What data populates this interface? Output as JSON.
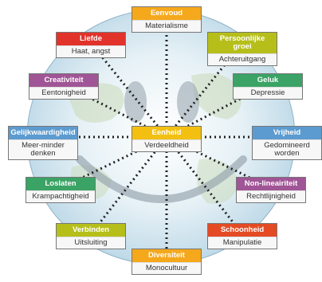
{
  "center": {
    "top": "Eenheid",
    "bottom": "Verdeeldheid",
    "color": "#f3c012"
  },
  "nodes": [
    {
      "id": "eenvoud",
      "top": "Eenvoud",
      "bottom": "Materialisme",
      "color": "#f5a81c"
    },
    {
      "id": "persoonlijke",
      "top": "Persoonlijke groei",
      "bottom": "Achteruitgang",
      "color": "#b6bf1a"
    },
    {
      "id": "geluk",
      "top": "Geluk",
      "bottom": "Depressie",
      "color": "#3aa365"
    },
    {
      "id": "vrijheid",
      "top": "Vrijheid",
      "bottom": "Gedomineerd worden",
      "color": "#5c9bcf"
    },
    {
      "id": "nonlineair",
      "top": "Non-lineairiteit",
      "bottom": "Rechtlijnigheid",
      "color": "#a05596"
    },
    {
      "id": "schoonheid",
      "top": "Schoonheid",
      "bottom": "Manipulatie",
      "color": "#e44b24"
    },
    {
      "id": "diversiteit",
      "top": "Diversiteit",
      "bottom": "Monocultuur",
      "color": "#f5a81c"
    },
    {
      "id": "verbinden",
      "top": "Verbinden",
      "bottom": "Uitsluiting",
      "color": "#b6bf1a"
    },
    {
      "id": "loslaten",
      "top": "Loslaten",
      "bottom": "Krampachtigheid",
      "color": "#3aa365"
    },
    {
      "id": "gelijkwaardigheid",
      "top": "Gelijkwaardigheid",
      "bottom": "Meer-minder denken",
      "color": "#5c9bcf"
    },
    {
      "id": "creativiteit",
      "top": "Creativiteit",
      "bottom": "Eentonigheid",
      "color": "#a05596"
    },
    {
      "id": "liefde",
      "top": "Liefde",
      "bottom": "Haat, angst",
      "color": "#e2332b"
    }
  ]
}
